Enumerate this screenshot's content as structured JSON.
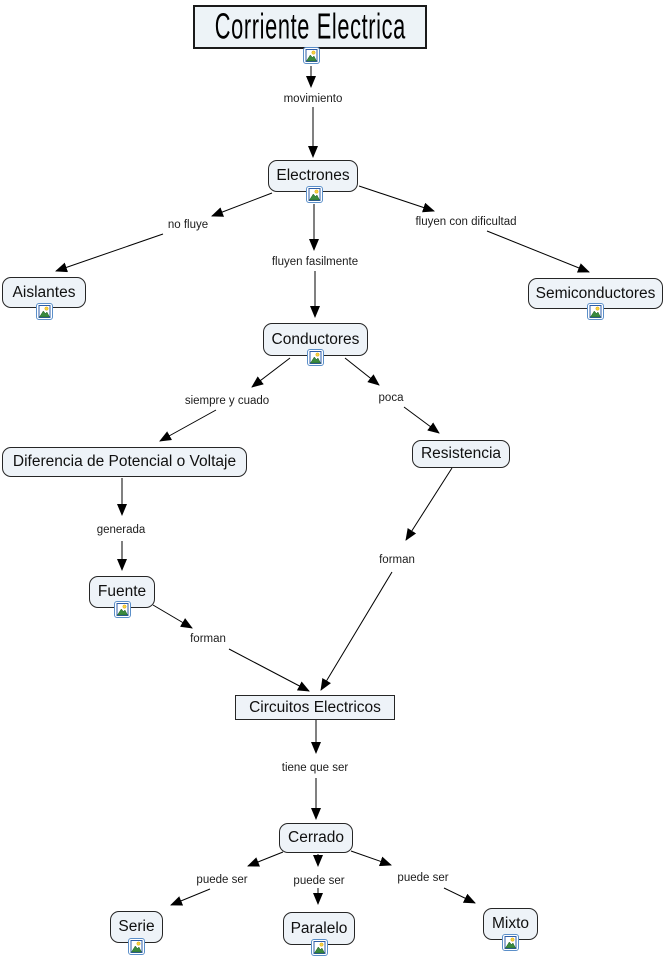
{
  "diagram": {
    "title": "Corriente Electrica",
    "nodes": {
      "corriente": {
        "label": "Corriente Electrica",
        "shape": "rectangle",
        "has_resource_icon": true
      },
      "electrones": {
        "label": "Electrones",
        "shape": "rounded",
        "has_resource_icon": true
      },
      "aislantes": {
        "label": "Aislantes",
        "shape": "rounded",
        "has_resource_icon": true
      },
      "semiconductores": {
        "label": "Semiconductores",
        "shape": "rounded",
        "has_resource_icon": true
      },
      "conductores": {
        "label": "Conductores",
        "shape": "rounded",
        "has_resource_icon": true
      },
      "diferencia": {
        "label": "Diferencia de Potencial o Voltaje",
        "shape": "rounded",
        "has_resource_icon": false
      },
      "resistencia": {
        "label": "Resistencia",
        "shape": "rounded",
        "has_resource_icon": false
      },
      "fuente": {
        "label": "Fuente",
        "shape": "rounded",
        "has_resource_icon": true
      },
      "circuitos": {
        "label": "Circuitos Electricos",
        "shape": "rectangle",
        "has_resource_icon": false
      },
      "cerrado": {
        "label": "Cerrado",
        "shape": "rounded",
        "has_resource_icon": false
      },
      "serie": {
        "label": "Serie",
        "shape": "rounded",
        "has_resource_icon": true
      },
      "paralelo": {
        "label": "Paralelo",
        "shape": "rounded",
        "has_resource_icon": true
      },
      "mixto": {
        "label": "Mixto",
        "shape": "rounded",
        "has_resource_icon": true
      }
    },
    "edges": [
      {
        "from": "corriente",
        "label": "movimiento",
        "to": "electrones"
      },
      {
        "from": "electrones",
        "label": "no fluye",
        "to": "aislantes"
      },
      {
        "from": "electrones",
        "label": "fluyen fasilmente",
        "to": "conductores"
      },
      {
        "from": "electrones",
        "label": "fluyen con dificultad",
        "to": "semiconductores"
      },
      {
        "from": "conductores",
        "label": "siempre y cuado",
        "to": "diferencia"
      },
      {
        "from": "conductores",
        "label": "poca",
        "to": "resistencia"
      },
      {
        "from": "diferencia",
        "label": "generada",
        "to": "fuente"
      },
      {
        "from": "fuente",
        "label": "forman",
        "to": "circuitos"
      },
      {
        "from": "resistencia",
        "label": "forman",
        "to": "circuitos"
      },
      {
        "from": "circuitos",
        "label": "tiene que ser",
        "to": "cerrado"
      },
      {
        "from": "cerrado",
        "label": "puede ser",
        "to": "serie"
      },
      {
        "from": "cerrado",
        "label": "puede ser",
        "to": "paralelo"
      },
      {
        "from": "cerrado",
        "label": "puede ser",
        "to": "mixto"
      }
    ],
    "icons": {
      "resource": "image-resource-icon"
    },
    "colors": {
      "node_fill": "#eef3f8",
      "node_border": "#262626",
      "line": "#000000",
      "icon_border": "#5b8fc9",
      "icon_sun": "#f7d33e",
      "icon_mountain": "#3a8a3e",
      "background": "#ffffff"
    }
  }
}
